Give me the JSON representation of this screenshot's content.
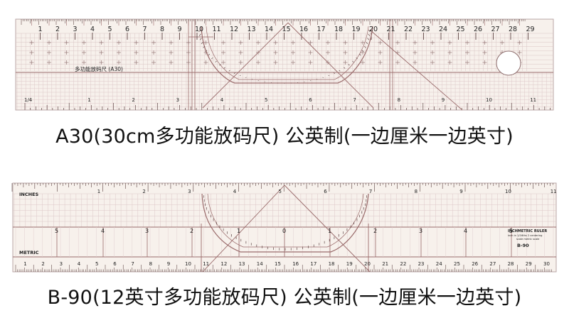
{
  "colors": {
    "ruler_bg": "#f7f1ec",
    "line": "#9a6b6b",
    "line_dark": "#4a2f2f",
    "label": "#222222",
    "caption": "#111111"
  },
  "ruler_a30": {
    "model_label": "多功能放码尺 (A30)",
    "top_cm_labels": [
      "1",
      "2",
      "3",
      "4",
      "5",
      "6",
      "7",
      "8",
      "9",
      "10",
      "11",
      "12",
      "13",
      "14",
      "15",
      "16",
      "17",
      "18",
      "19",
      "20",
      "21",
      "22",
      "23",
      "24",
      "25",
      "26",
      "27",
      "28",
      "29"
    ],
    "bottom_labels": [
      "1/4",
      "1",
      "2",
      "3",
      "4",
      "5",
      "6",
      "7",
      "8",
      "9",
      "10",
      "11"
    ],
    "caption": "A30(30cm多功能放码尺)   公英制(一边厘米一边英寸)"
  },
  "ruler_b90": {
    "inches_label": "INCHES",
    "metric_label": "METRIC",
    "model_label": "B-90",
    "brand_label": "INCHMETRIC RULER",
    "brand_sub1": "inch in 1/16ths 2 centering",
    "brand_sub2": "scale metric scale",
    "top_inch_labels": [
      "1",
      "2",
      "3",
      "4",
      "5",
      "6",
      "7",
      "8",
      "9",
      "10",
      "11"
    ],
    "mid_labels": [
      "5",
      "4",
      "3",
      "2",
      "1",
      "0",
      "1",
      "2",
      "3",
      "4",
      "5"
    ],
    "bottom_cm_labels": [
      "1",
      "2",
      "3",
      "4",
      "5",
      "6",
      "7",
      "8",
      "9",
      "10",
      "11",
      "12",
      "13",
      "14",
      "15",
      "16",
      "17",
      "18",
      "19",
      "20",
      "21",
      "22",
      "23",
      "24",
      "25",
      "26",
      "27",
      "28",
      "29",
      "30"
    ],
    "caption": "B-90(12英寸多功能放码尺)   公英制(一边厘米一边英寸)"
  }
}
